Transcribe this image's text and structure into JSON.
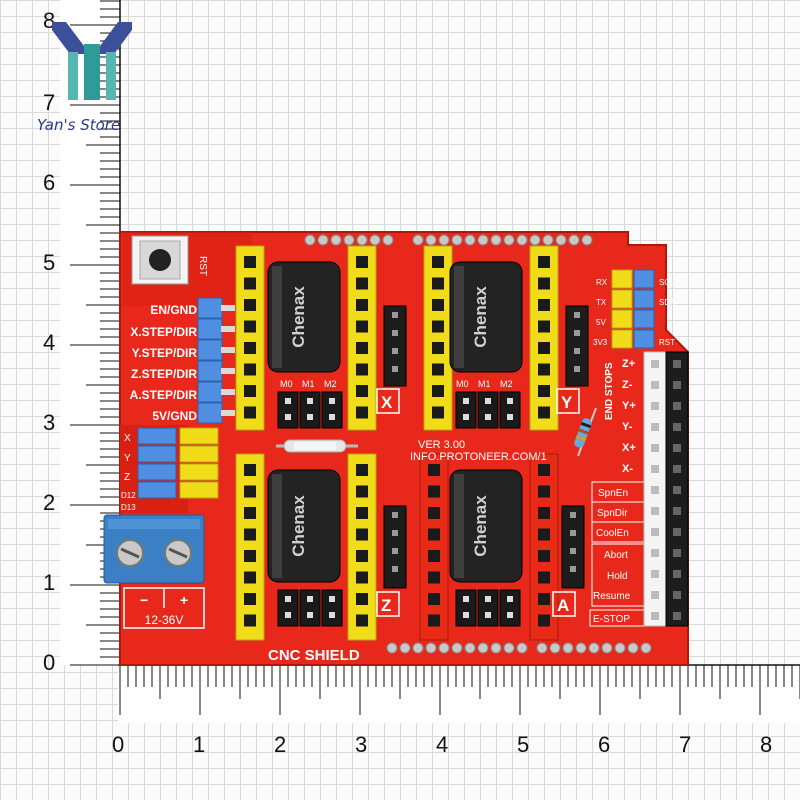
{
  "store": {
    "name": "Yan's Store"
  },
  "ruler": {
    "vertical_labels": [
      "8",
      "7",
      "6",
      "5",
      "4",
      "3",
      "2",
      "1",
      "0"
    ],
    "horizontal_labels": [
      "0",
      "1",
      "2",
      "3",
      "4",
      "5",
      "6",
      "7",
      "8"
    ]
  },
  "board": {
    "reset_label": "RST",
    "left_labels": [
      "EN/GND",
      "X.STEP/DIR",
      "Y.STEP/DIR",
      "Z.STEP/DIR",
      "A.STEP/DIR",
      "5V/GND"
    ],
    "clone_labels": [
      "X",
      "Y",
      "Z",
      "D12",
      "D13"
    ],
    "power_labels": {
      "minus": "−",
      "plus": "+",
      "range": "12-36V"
    },
    "axis_labels": {
      "x": "X",
      "y": "Y",
      "z": "Z",
      "a": "A"
    },
    "microstep_labels": [
      "M0",
      "M1",
      "M2"
    ],
    "version": "VER 3.00",
    "website": "INFO.PROTONEER.COM/1",
    "title": "CNC SHIELD",
    "cap_brand": "Chenax",
    "serial_labels": [
      "RX",
      "TX",
      "5V",
      "3V3"
    ],
    "i2c_labels": [
      "SCL",
      "SDA",
      "RST"
    ],
    "endstops_label": "END STOPS",
    "endstop_items": [
      "Z+",
      "Z-",
      "Y+",
      "Y-",
      "X+",
      "X-"
    ],
    "control_items": [
      "SpnEn",
      "SpnDir",
      "CoolEn",
      "Abort",
      "Hold",
      "Resume",
      "E-STOP"
    ]
  },
  "colors": {
    "pcb": "#e8281b",
    "header_yellow": "#f1dc1a",
    "header_red": "#e82a17",
    "pin_blue": "#4f8ee0",
    "terminal_blue": "#3b7fc4",
    "black_header": "#1d1d1d"
  }
}
